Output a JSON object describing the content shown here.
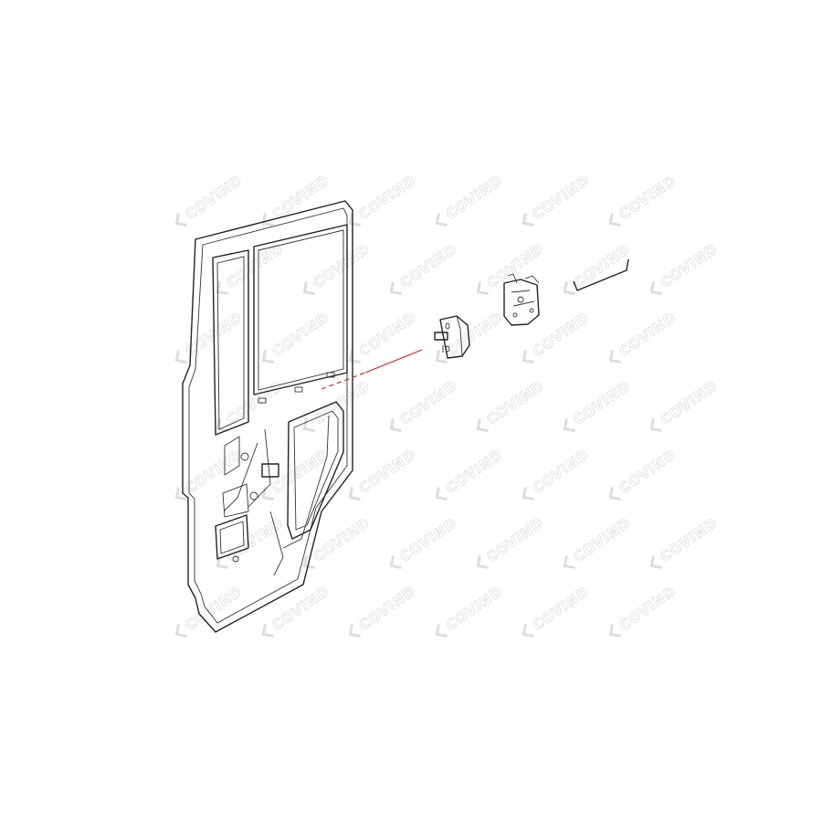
{
  "watermark": {
    "text": "COVIND",
    "color": "#dddddd"
  },
  "diagram": {
    "line_color": "#222222",
    "leader_color": "#cc2222",
    "parts": [
      "door-panel",
      "striker-plate",
      "door-lock",
      "lock-rod"
    ]
  }
}
